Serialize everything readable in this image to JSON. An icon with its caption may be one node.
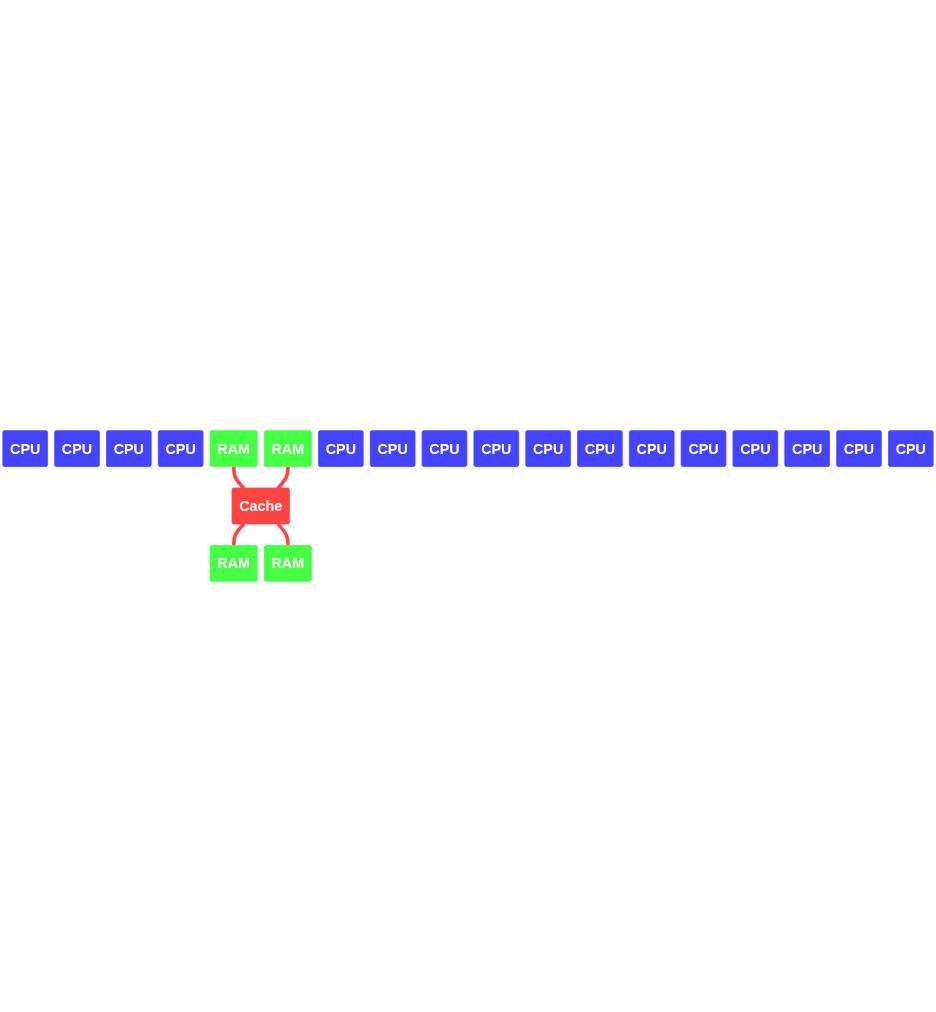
{
  "diagram": {
    "nodes": [
      {
        "text": [
          "CPU"
        ]
      },
      {
        "text": [
          "CPU"
        ]
      },
      {
        "text": [
          "CPU"
        ]
      },
      {
        "text": [
          "CPU"
        ]
      },
      {
        "text": [
          "RAM"
        ]
      },
      {
        "text": [
          "RAM"
        ]
      },
      {
        "text": [
          "CPU"
        ]
      },
      {
        "text": [
          "CPU"
        ]
      },
      {
        "text": [
          "CPU"
        ]
      },
      {
        "text": [
          "CPU"
        ]
      },
      {
        "text": [
          "Cache"
        ]
      },
      {
        "text": [
          "CPU"
        ]
      },
      {
        "text": [
          "CPU"
        ]
      },
      {
        "text": [
          "CPU"
        ]
      },
      {
        "text": [
          "CPU"
        ]
      },
      {
        "text": [
          "RAM"
        ]
      },
      {
        "text": [
          "RAM"
        ]
      },
      {
        "text": [
          "CPU"
        ]
      },
      {
        "text": [
          "CPU"
        ]
      },
      {
        "text": [
          "CPU"
        ]
      },
      {
        "text": [
          "CPU"
        ]
      }
    ],
    "edges": [
      {
        "from": 4,
        "to": 10,
        "arrow": "none"
      },
      {
        "from": 5,
        "to": 10,
        "arrow": "none"
      },
      {
        "from": 10,
        "to": 15,
        "arrow": "none"
      },
      {
        "from": 10,
        "to": 16,
        "arrow": "none"
      }
    ]
  }
}
